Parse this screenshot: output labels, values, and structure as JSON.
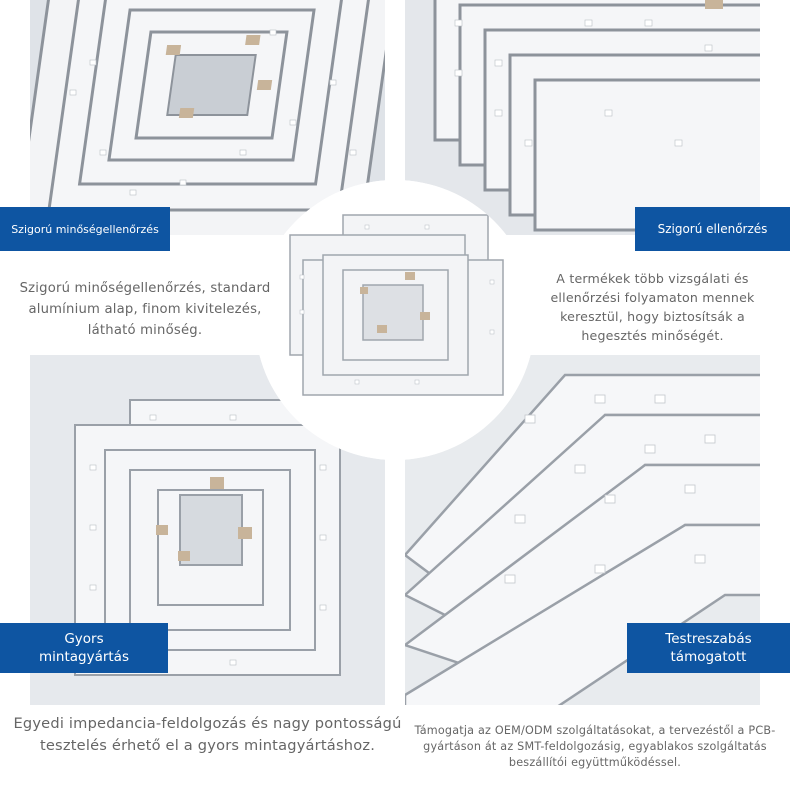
{
  "badges": {
    "top_left": "Szigorú minőségellenőrzés",
    "top_right": "Szigorú ellenőrzés",
    "bottom_left": "Gyors mintagyártás",
    "bottom_right": "Testreszabás támogatott"
  },
  "captions": {
    "top_left": "Szigorú minőségellenőrzés, standard alumínium alap, finom kivitelezés, látható minőség.",
    "top_right": "A termékek több vizsgálati és ellenőrzési folyamaton mennek keresztül, hogy biztosítsák a hegesztés minőségét.",
    "bottom_left": "Egyedi impedancia-feldolgozás és nagy pontosságú tesztelés érhető el a gyors mintagyártáshoz.",
    "bottom_right": "Támogatja az OEM/ODM szolgáltatásokat, a tervezéstől a PCB-gyártáson át az SMT-feldolgozásig, egyablakos szolgáltatás beszállítói együttműködéssel."
  },
  "colors": {
    "badge": "#0e55a2",
    "caption": "#666666",
    "board": "#f4f5f7",
    "trace": "#8a9099"
  }
}
